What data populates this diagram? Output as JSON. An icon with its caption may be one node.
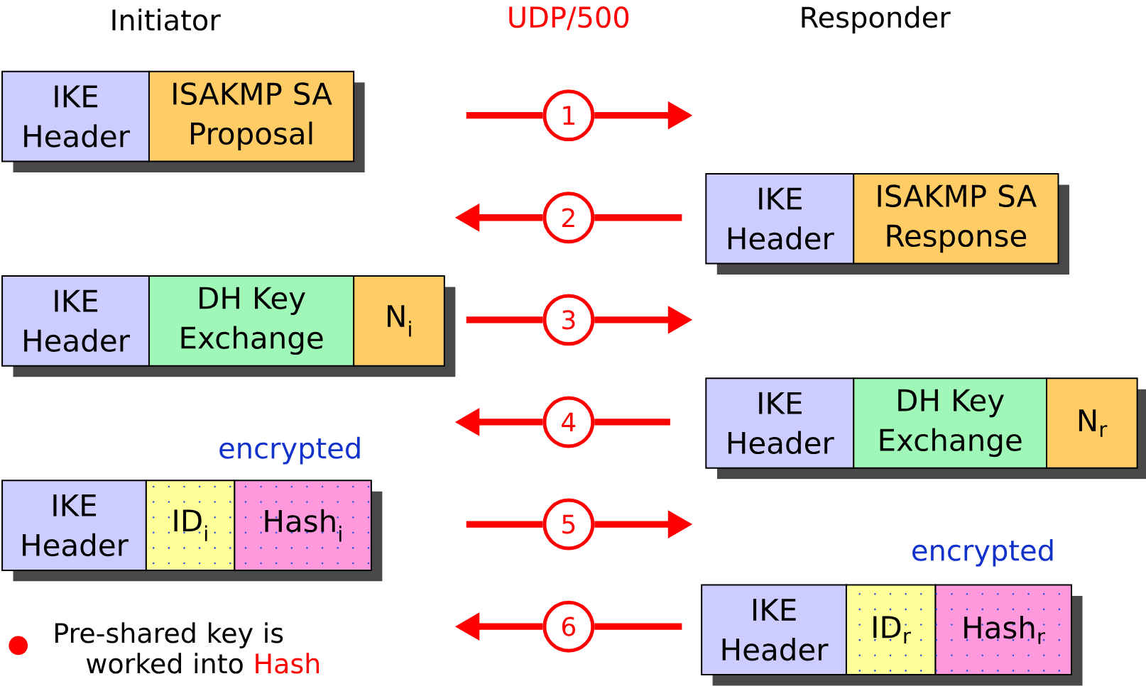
{
  "diagram": {
    "nodes": [
      {
        "text": [
          "IKE Header"
        ]
      },
      {
        "text": [
          "ISAKMP SA Proposal"
        ]
      },
      {
        "text": [
          "1"
        ]
      },
      {
        "text": [
          "IKE Header"
        ]
      },
      {
        "text": [
          "ISAKMP SA Response"
        ]
      },
      {
        "text": [
          "2"
        ]
      },
      {
        "text": [
          "IKE Header"
        ]
      },
      {
        "text": [
          "DH Key Exchange"
        ]
      },
      {
        "text": [
          "N$_{i}$"
        ]
      },
      {
        "text": [
          "3"
        ]
      },
      {
        "text": [
          "IKE Header"
        ]
      },
      {
        "text": [
          "DH Key Exchange"
        ]
      },
      {
        "text": [
          "N$_{r}$"
        ]
      },
      {
        "text": [
          "4"
        ]
      },
      {
        "text": [
          "IKE Header"
        ]
      },
      {
        "text": [
          "ID$_{i}$"
        ]
      },
      {
        "text": [
          "Hash$_{i}$"
        ]
      },
      {
        "text": [
          "5"
        ]
      },
      {
        "text": [
          "IKE Header"
        ]
      },
      {
        "text": [
          "ID$_{r}$"
        ]
      },
      {
        "text": [
          "Hash$_{r}$"
        ]
      },
      {
        "text": [
          "6"
        ]
      }
    ],
    "edges": [
      {
        "from": null,
        "to": 2,
        "arrow": "none"
      },
      {
        "from": 2,
        "to": null,
        "arrow": "to"
      },
      {
        "from": null,
        "to": 5,
        "arrow": "none"
      },
      {
        "from": 5,
        "to": null,
        "arrow": "to"
      },
      {
        "from": null,
        "to": 9,
        "arrow": "none"
      },
      {
        "from": 9,
        "to": null,
        "arrow": "to"
      },
      {
        "from": null,
        "to": 13,
        "arrow": "none"
      },
      {
        "from": 13,
        "to": null,
        "arrow": "to"
      },
      {
        "from": null,
        "to": 17,
        "arrow": "none"
      },
      {
        "from": 17,
        "to": null,
        "arrow": "to"
      },
      {
        "from": null,
        "to": 21,
        "arrow": "none"
      },
      {
        "from": 21,
        "to": null,
        "arrow": "to"
      }
    ],
    "labels": [
      "Initiator",
      "UDP/500",
      "Responder",
      "encrypted",
      "encrypted",
      "Pre-shared key is worked into",
      "Hash"
    ]
  }
}
